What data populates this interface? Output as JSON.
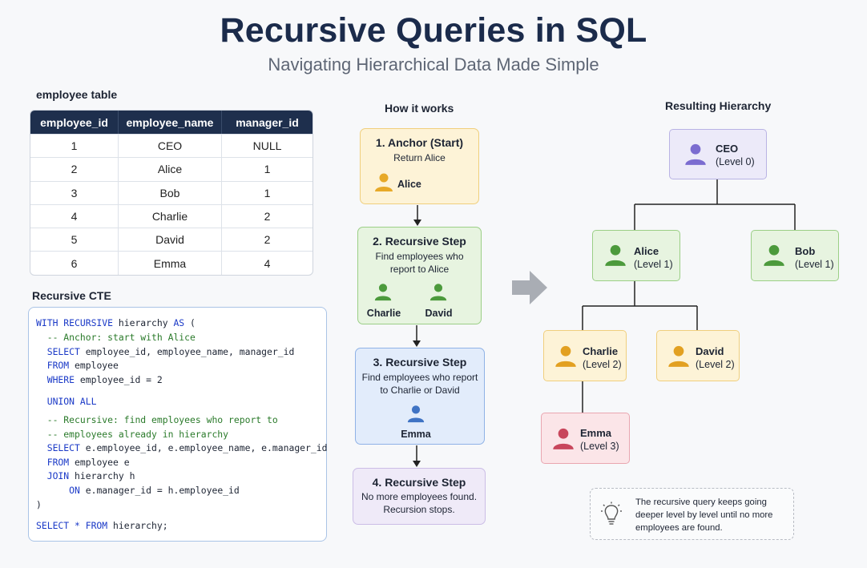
{
  "header": {
    "title": "Recursive Queries in SQL",
    "subtitle": "Navigating Hierarchical Data Made Simple"
  },
  "table": {
    "label": "employee table",
    "columns": [
      "employee_id",
      "employee_name",
      "manager_id"
    ],
    "rows": [
      [
        "1",
        "CEO",
        "NULL"
      ],
      [
        "2",
        "Alice",
        "1"
      ],
      [
        "3",
        "Bob",
        "1"
      ],
      [
        "4",
        "Charlie",
        "2"
      ],
      [
        "5",
        "David",
        "2"
      ],
      [
        "6",
        "Emma",
        "4"
      ]
    ]
  },
  "cte": {
    "label": "Recursive CTE",
    "lines": [
      {
        "kw": "WITH RECURSIVE",
        "rest": " hierarchy ",
        "kw2": "AS",
        "rest2": " ("
      },
      {
        "comment": "  -- Anchor: start with Alice"
      },
      {
        "kw": "  SELECT",
        "rest": " employee_id, employee_name, manager_id"
      },
      {
        "kw": "  FROM",
        "rest": " employee"
      },
      {
        "kw": "  WHERE",
        "rest": " employee_id = 2"
      },
      {
        "kw": "  UNION ALL",
        "rest": ""
      },
      {
        "comment": "  -- Recursive: find employees who report to"
      },
      {
        "comment": "  -- employees already in hierarchy"
      },
      {
        "kw": "  SELECT",
        "rest": " e.employee_id, e.employee_name, e.manager_id"
      },
      {
        "kw": "  FROM",
        "rest": " employee e"
      },
      {
        "kw": "  JOIN",
        "rest": " hierarchy h"
      },
      {
        "kw": "      ON",
        "rest": " e.manager_id = h.employee_id"
      },
      {
        "kw": "",
        "rest": ")"
      },
      {
        "kw": "SELECT * FROM",
        "rest": " hierarchy;"
      }
    ]
  },
  "flow": {
    "label": "How it works",
    "steps": [
      {
        "title": "1. Anchor (Start)",
        "desc": "Return Alice",
        "people": [
          "Alice"
        ],
        "color": "#e7a928"
      },
      {
        "title": "2. Recursive Step",
        "desc": "Find employees who report to Alice",
        "people": [
          "Charlie",
          "David"
        ],
        "color": "#4c9a3c"
      },
      {
        "title": "3. Recursive Step",
        "desc": "Find employees who report to Charlie or David",
        "people": [
          "Emma"
        ],
        "color": "#3f73c4"
      },
      {
        "title": "4. Recursive Step",
        "desc": "No more employees found. Recursion stops.",
        "people": []
      }
    ]
  },
  "hierarchy": {
    "label": "Resulting Hierarchy",
    "nodes": [
      {
        "name": "CEO",
        "level": "(Level 0)",
        "color": "#7b6cd0"
      },
      {
        "name": "Alice",
        "level": "(Level 1)",
        "color": "#4c9a3c"
      },
      {
        "name": "Bob",
        "level": "(Level 1)",
        "color": "#4c9a3c"
      },
      {
        "name": "Charlie",
        "level": "(Level 2)",
        "color": "#e2a021"
      },
      {
        "name": "David",
        "level": "(Level 2)",
        "color": "#e2a021"
      },
      {
        "name": "Emma",
        "level": "(Level 3)",
        "color": "#c8465c"
      }
    ],
    "tip": "The recursive query keeps going deeper level by level until no more employees are found."
  },
  "icons": {
    "arrow": "right-arrow-icon",
    "tip": "lightbulb-icon",
    "person": "person-icon"
  }
}
